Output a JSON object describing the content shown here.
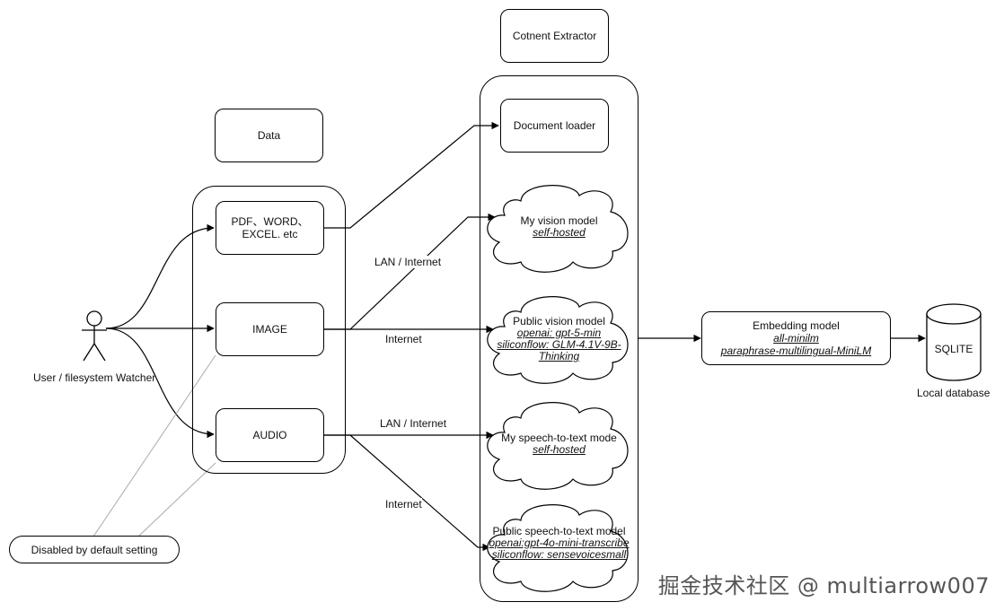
{
  "nodes": {
    "data_title": "Data",
    "extractor_title": "Cotnent Extractor",
    "pdf_line1": "PDF、WORD、",
    "pdf_line2": "EXCEL. etc",
    "image": "IMAGE",
    "audio": "AUDIO",
    "document_loader": "Document loader",
    "my_vision_title": "My vision model",
    "my_vision_sub": "self-hosted",
    "public_vision_title": "Public vision model",
    "public_vision_sub1": "openai: gpt-5-min",
    "public_vision_sub2": "siliconflow: GLM-4.1V-9B-",
    "public_vision_sub3": "Thinking",
    "my_stt_title": "My speech-to-text mode",
    "my_stt_sub": "self-hosted",
    "public_stt_title": "Public speech-to-text model",
    "public_stt_sub1": "openai:gpt-4o-mini-transcribe",
    "public_stt_sub2": "siliconflow: sensevoicesmall",
    "embedding_title": "Embedding model",
    "embedding_sub1": "all-minilm",
    "embedding_sub2": "paraphrase-multilingual-MiniLM",
    "sqlite": "SQLITE",
    "local_db": "Local database",
    "actor": "User / filesystem Watcher",
    "disabled": "Disabled by default setting"
  },
  "edges": {
    "lan_internet_1": "LAN / Internet",
    "internet_1": "Internet",
    "lan_internet_2": "LAN / Internet",
    "internet_2": "Internet"
  },
  "watermark": "掘金技术社区 @ multiarrow007"
}
